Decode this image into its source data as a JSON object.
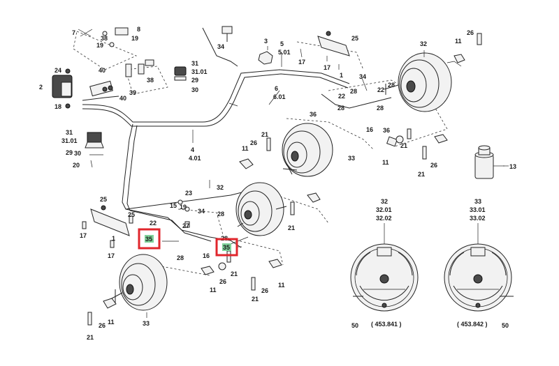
{
  "diagram": {
    "callouts": [
      {
        "id": "c7",
        "label": "7"
      },
      {
        "id": "c38a",
        "label": "38"
      },
      {
        "id": "c8",
        "label": "8"
      },
      {
        "id": "c19a",
        "label": "19"
      },
      {
        "id": "c19b",
        "label": "19"
      },
      {
        "id": "c24",
        "label": "24"
      },
      {
        "id": "c2",
        "label": "2"
      },
      {
        "id": "c18",
        "label": "18"
      },
      {
        "id": "c40a",
        "label": "40"
      },
      {
        "id": "c40b",
        "label": "40"
      },
      {
        "id": "c39",
        "label": "39"
      },
      {
        "id": "c38b",
        "label": "38"
      },
      {
        "id": "c31a",
        "label": "31"
      },
      {
        "id": "c3101a",
        "label": "31.01"
      },
      {
        "id": "c29a",
        "label": "29"
      },
      {
        "id": "c30a",
        "label": "30"
      },
      {
        "id": "c34a",
        "label": "34"
      },
      {
        "id": "c3",
        "label": "3"
      },
      {
        "id": "c5",
        "label": "5"
      },
      {
        "id": "c501",
        "label": "5.01"
      },
      {
        "id": "c17a",
        "label": "17"
      },
      {
        "id": "c17b",
        "label": "17"
      },
      {
        "id": "c25a",
        "label": "25"
      },
      {
        "id": "c1a",
        "label": "1"
      },
      {
        "id": "c6",
        "label": "6"
      },
      {
        "id": "c601",
        "label": "6.01"
      },
      {
        "id": "c34b",
        "label": "34"
      },
      {
        "id": "c22a",
        "label": "22"
      },
      {
        "id": "c28a",
        "label": "28"
      },
      {
        "id": "c22b",
        "label": "22"
      },
      {
        "id": "c28b",
        "label": "28"
      },
      {
        "id": "c28c",
        "label": "28"
      },
      {
        "id": "c28d",
        "label": "28"
      },
      {
        "id": "c36a",
        "label": "36"
      },
      {
        "id": "c16a",
        "label": "16"
      },
      {
        "id": "c36b",
        "label": "36"
      },
      {
        "id": "c32a",
        "label": "32"
      },
      {
        "id": "c11a",
        "label": "11"
      },
      {
        "id": "c26a",
        "label": "26"
      },
      {
        "id": "c31b",
        "label": "31"
      },
      {
        "id": "c3101b",
        "label": "31.01"
      },
      {
        "id": "c29b",
        "label": "29"
      },
      {
        "id": "c30b",
        "label": "30"
      },
      {
        "id": "c20",
        "label": "20"
      },
      {
        "id": "c4",
        "label": "4"
      },
      {
        "id": "c401",
        "label": "4.01"
      },
      {
        "id": "c21a",
        "label": "21"
      },
      {
        "id": "c26b",
        "label": "26"
      },
      {
        "id": "c11b",
        "label": "11"
      },
      {
        "id": "c33a",
        "label": "33"
      },
      {
        "id": "c21b",
        "label": "21"
      },
      {
        "id": "c11c",
        "label": "11"
      },
      {
        "id": "c26c",
        "label": "26"
      },
      {
        "id": "c21c",
        "label": "21"
      },
      {
        "id": "c13",
        "label": "13"
      },
      {
        "id": "c32b",
        "label": "32"
      },
      {
        "id": "c23",
        "label": "23"
      },
      {
        "id": "c15",
        "label": "15"
      },
      {
        "id": "c19c",
        "label": "19"
      },
      {
        "id": "c25b",
        "label": "25"
      },
      {
        "id": "c25c",
        "label": "25"
      },
      {
        "id": "c34c",
        "label": "34"
      },
      {
        "id": "c22c",
        "label": "22"
      },
      {
        "id": "c27",
        "label": "27"
      },
      {
        "id": "c28e",
        "label": "28"
      },
      {
        "id": "c28f",
        "label": "28"
      },
      {
        "id": "c16b",
        "label": "16"
      },
      {
        "id": "c28g",
        "label": "28"
      },
      {
        "id": "c17c",
        "label": "17"
      },
      {
        "id": "c1b",
        "label": "1"
      },
      {
        "id": "c17d",
        "label": "17"
      },
      {
        "id": "c21d",
        "label": "21"
      },
      {
        "id": "c11d",
        "label": "11"
      },
      {
        "id": "c26d",
        "label": "26"
      },
      {
        "id": "c11e",
        "label": "11"
      },
      {
        "id": "c26e",
        "label": "26"
      },
      {
        "id": "c21e",
        "label": "21"
      },
      {
        "id": "c21f",
        "label": "21"
      },
      {
        "id": "c33b",
        "label": "33"
      },
      {
        "id": "c26f",
        "label": "26"
      },
      {
        "id": "c11f",
        "label": "11"
      },
      {
        "id": "c21g",
        "label": "21"
      }
    ],
    "highlighted": [
      {
        "id": "h35a",
        "label": "35"
      },
      {
        "id": "h35b",
        "label": "35"
      }
    ],
    "brake_left": {
      "a": "32",
      "b": "32.01",
      "c": "32.02",
      "ref": "( 453.841 )",
      "pin": "50"
    },
    "brake_right": {
      "a": "33",
      "b": "33.01",
      "c": "33.02",
      "ref": "( 453.842 )",
      "pin": "50"
    }
  }
}
